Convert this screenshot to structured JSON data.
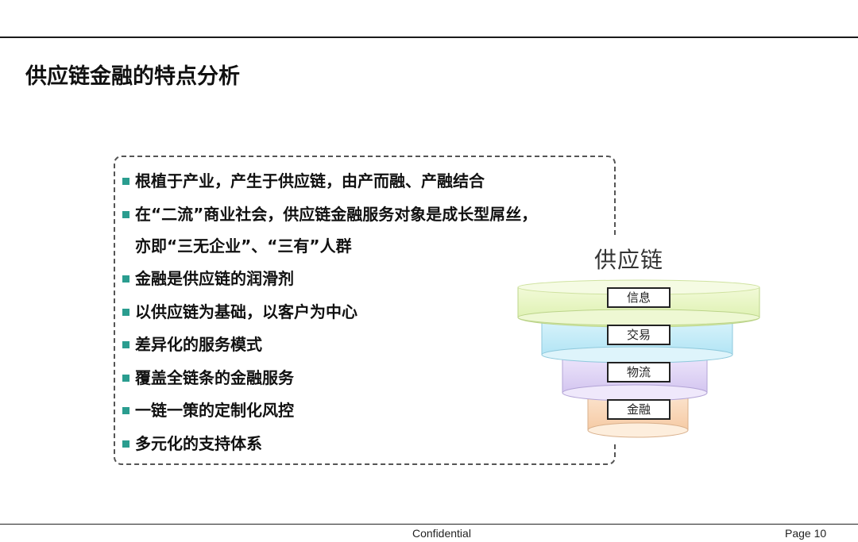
{
  "slide": {
    "title": "供应链金融的特点分析",
    "bullets": [
      {
        "lines": [
          "根植于产业，产生于供应链，由产而融、产融结合"
        ]
      },
      {
        "lines": [
          "在“二流”商业社会，供应链金融服务对象是成长型屌丝，",
          "亦即“三无企业”、“三有”人群"
        ]
      },
      {
        "lines": [
          "金融是供应链的润滑剂"
        ]
      },
      {
        "lines": [
          "以供应链为基础，以客户为中心"
        ]
      },
      {
        "lines": [
          "差异化的服务模式"
        ]
      },
      {
        "lines": [
          "覆盖全链条的金融服务"
        ]
      },
      {
        "lines": [
          "一链一策的定制化风控"
        ]
      },
      {
        "lines": [
          "多元化的支持体系"
        ]
      }
    ],
    "bullet_color": "#2a9d8f",
    "diagram": {
      "title": "供应链",
      "layers": [
        {
          "label": "信息",
          "color": "#e6f5c0"
        },
        {
          "label": "交易",
          "color": "#bfe9f7"
        },
        {
          "label": "物流",
          "color": "#dcd0f3"
        },
        {
          "label": "金融",
          "color": "#f9d6b5"
        }
      ]
    }
  },
  "footer": {
    "confidential": "Confidential",
    "page": "Page 10"
  }
}
